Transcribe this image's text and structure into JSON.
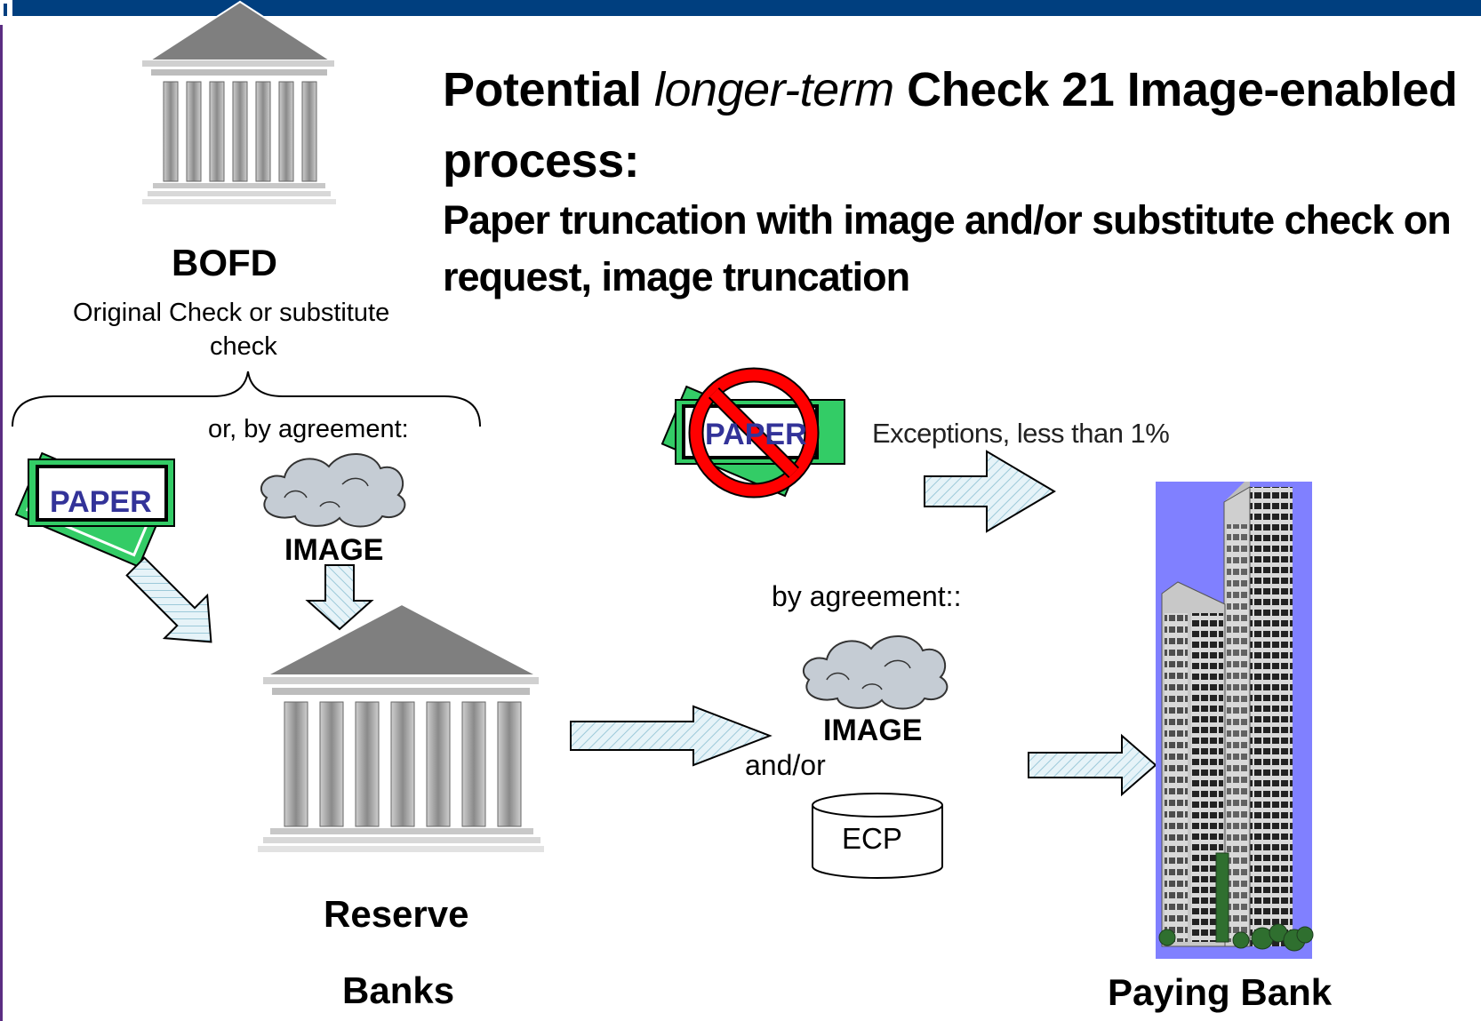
{
  "colors": {
    "header_bar": "#003f7f",
    "left_bar": "#5b2d82",
    "building_gray": "#999999",
    "roof_gray": "#7f7f7f",
    "paper_green": "#33cc66",
    "paper_text": "#333399",
    "no_symbol_red": "#ff0000",
    "cloud": "#c0c8d0",
    "arrow_fill": "#d9eef5",
    "sky_blue": "#8080ff"
  },
  "title": {
    "line1_pre": "Potential ",
    "line1_italic": "longer-term",
    "line1_post": " Check 21 Image-enabled",
    "line2": "process:",
    "sub_line1": "Paper truncation with image and/or substitute check on",
    "sub_line2": "request, image truncation"
  },
  "bofd": {
    "label": "BOFD",
    "caption_line1": "Original Check or substitute",
    "caption_line2": "check",
    "or_agreement": "or, by agreement:",
    "paper_label": "PAPER",
    "image_label": "IMAGE"
  },
  "reserve_banks": {
    "line1": "Reserve",
    "line2": "Banks"
  },
  "exceptions": {
    "paper_label": "PAPER",
    "text": "Exceptions, less than 1%"
  },
  "agreement": {
    "label": "by agreement::",
    "image_label": "IMAGE",
    "and_or": "and/or",
    "ecp_label": "ECP"
  },
  "paying_bank": {
    "label": "Paying Bank"
  }
}
